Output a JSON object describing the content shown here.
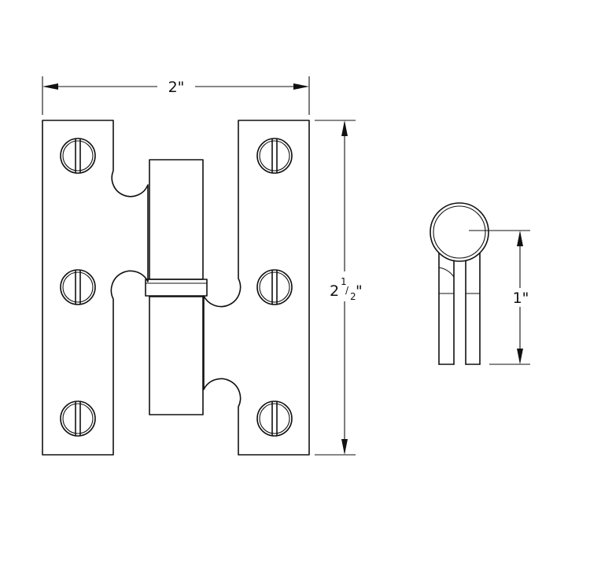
{
  "dimensions": {
    "width": {
      "text": "2\""
    },
    "height": {
      "whole": "2",
      "numerator": "1",
      "slash": "/",
      "denominator": "2",
      "inch": "\""
    },
    "projection": {
      "text": "1\""
    }
  },
  "colors": {
    "line": "#111111",
    "background": "#ffffff"
  }
}
